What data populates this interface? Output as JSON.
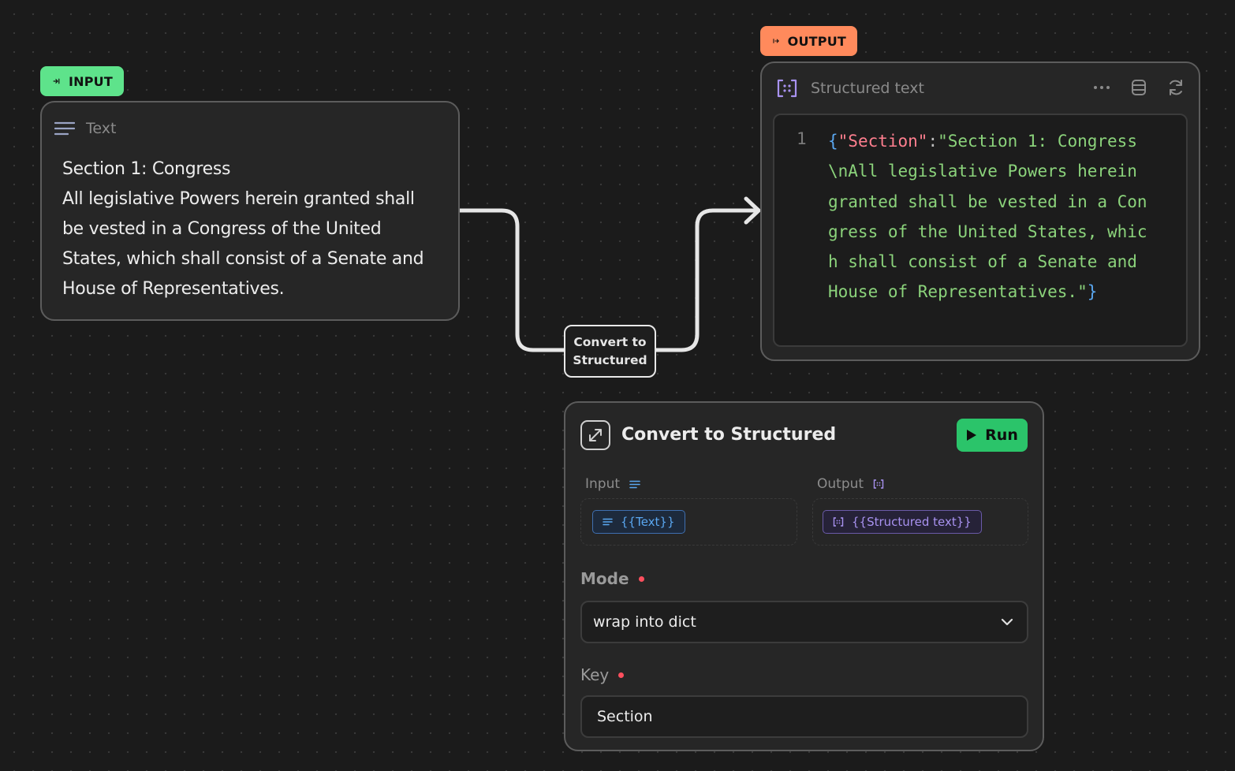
{
  "input_node": {
    "badge_label": "INPUT",
    "header_label": "Text",
    "content": "Section 1: Congress\nAll legislative Powers herein granted shall be vested in a Congress of the United States, which shall consist of a Senate and House of Representatives."
  },
  "output_node": {
    "badge_label": "OUTPUT",
    "header_label": "Structured text",
    "line_number": "1",
    "code": {
      "open_brace": "{",
      "key": "\"Section\"",
      "colon": ":",
      "value": "\"Section 1: Congress\\nAll legislative Powers herein granted shall be vested in a Congress of the United States, which shall consist of a Senate and House of Representatives.\"",
      "close_brace": "}"
    }
  },
  "connector": {
    "label": "Convert to\nStructured"
  },
  "config": {
    "title": "Convert to Structured",
    "run_label": "Run",
    "input_label": "Input",
    "input_chip": "{{Text}}",
    "output_label": "Output",
    "output_chip": "{{Structured text}}",
    "mode_label": "Mode",
    "mode_value": "wrap into dict",
    "key_label": "Key",
    "key_value": "Section"
  },
  "colors": {
    "input_accent": "#5ee38b",
    "output_accent": "#ff8a5c",
    "run_button": "#2bc46a",
    "required_dot": "#ff4f5e"
  }
}
